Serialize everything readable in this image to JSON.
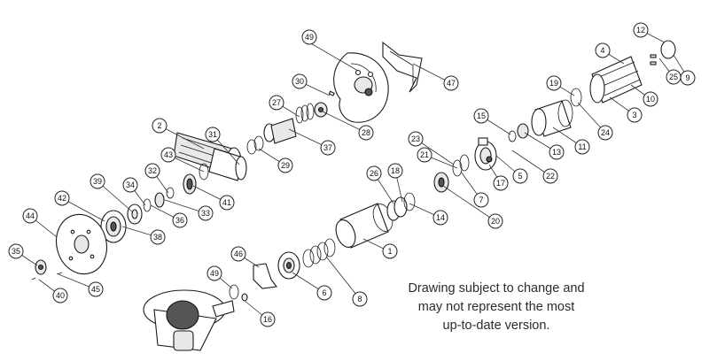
{
  "callouts": [
    "1",
    "2",
    "3",
    "4",
    "5",
    "6",
    "7",
    "8",
    "9",
    "10",
    "11",
    "12",
    "13",
    "14",
    "15",
    "16",
    "17",
    "18",
    "19",
    "20",
    "21",
    "22",
    "23",
    "24",
    "25",
    "26",
    "27",
    "28",
    "29",
    "30",
    "31",
    "32",
    "33",
    "34",
    "35",
    "36",
    "37",
    "38",
    "39",
    "40",
    "41",
    "42",
    "43",
    "44",
    "45",
    "46",
    "47",
    "49",
    "49"
  ],
  "disclaimer": {
    "line1": "Drawing subject to change and",
    "line2": "may not represent the most",
    "line3": "up-to-date version."
  }
}
